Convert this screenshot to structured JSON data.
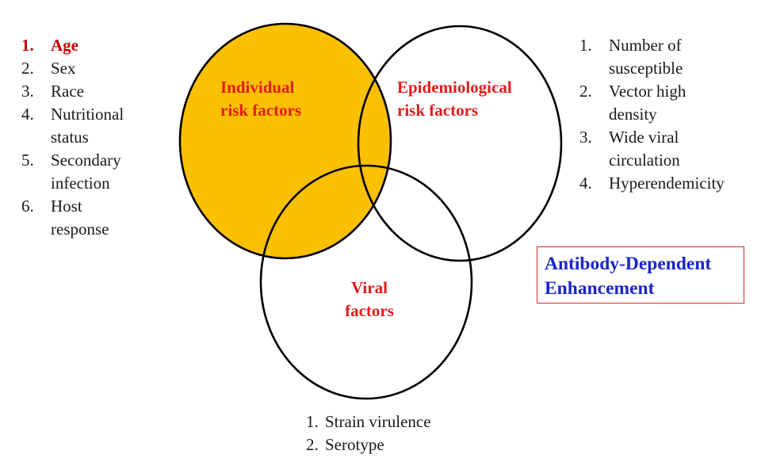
{
  "individual_risk": {
    "label": "Individual risk factors",
    "items": [
      {
        "num": "1.",
        "text": "Age"
      },
      {
        "num": "2.",
        "text": "Sex"
      },
      {
        "num": "3.",
        "text": "Race"
      },
      {
        "num": "4.",
        "text": "Nutritional status"
      },
      {
        "num": "5.",
        "text": "Secondary infection"
      },
      {
        "num": "6.",
        "text": "Host response"
      }
    ]
  },
  "epidemiological_risk": {
    "label": "Epidemiological risk factors",
    "items": [
      {
        "num": "1.",
        "text": "Number of susceptible"
      },
      {
        "num": "2.",
        "text": "Vector high density"
      },
      {
        "num": "3.",
        "text": "Wide viral circulation"
      },
      {
        "num": "4.",
        "text": "Hyperendemicity"
      }
    ]
  },
  "viral_factors": {
    "label": "Viral factors",
    "items": [
      {
        "num": "1.",
        "text": "Strain virulence"
      },
      {
        "num": "2.",
        "text": "Serotype"
      }
    ]
  },
  "ade_box": {
    "text": "Antibody-Dependent Enhancement"
  },
  "colors": {
    "individual_fill": "#fbc000",
    "label_red": "#e31b1b",
    "highlight_red": "#c00000",
    "ade_blue": "#1a26c8",
    "ade_border": "#d62b2b"
  }
}
